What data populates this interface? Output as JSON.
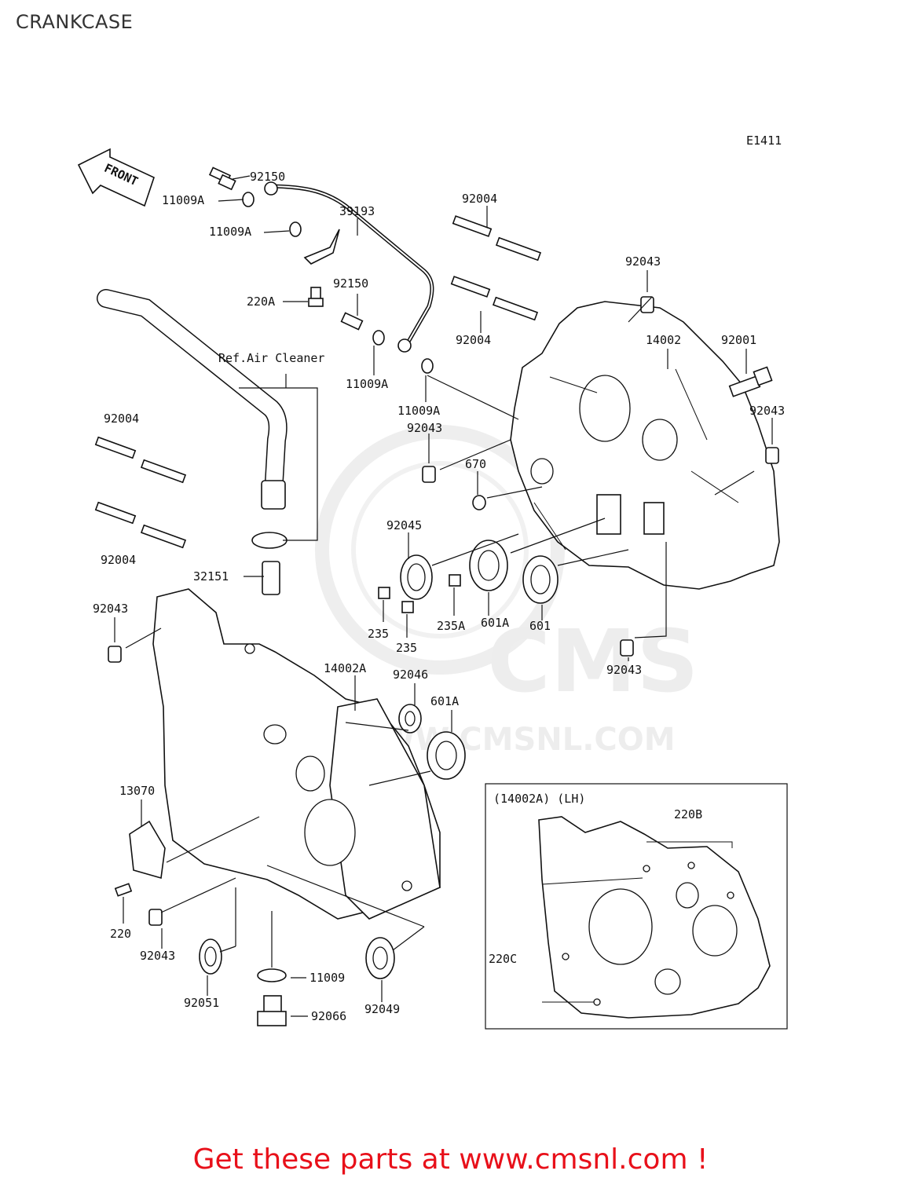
{
  "page": {
    "title": "CRANKCASE"
  },
  "diagram": {
    "code": "E1411",
    "front_label": "FRONT",
    "ref_note": "Ref.Air Cleaner",
    "inset_title": "(14002A) (LH)",
    "watermark": "CMS",
    "watermark_url": "WWW.CMSNL.COM",
    "labels": {
      "l92150a": "92150",
      "l11009a1": "11009A",
      "l11009a2": "11009A",
      "l39193": "39193",
      "l220a": "220A",
      "l92150b": "92150",
      "l11009a3": "11009A",
      "l11009a4": "11009A",
      "l92004a": "92004",
      "l92004b": "92004",
      "l92043a": "92043",
      "l14002": "14002",
      "l92001": "92001",
      "l92043b": "92043",
      "l92004c": "92004",
      "l92004d": "92004",
      "l92043c": "92043",
      "l670": "670",
      "l92045": "92045",
      "l32151": "32151",
      "l92043d": "92043",
      "l235a": "235",
      "l235b": "235",
      "l235A": "235A",
      "l601A": "601A",
      "l601": "601",
      "l92043e": "92043",
      "l14002A": "14002A",
      "l92046": "92046",
      "l601A2": "601A",
      "l13070": "13070",
      "l220": "220",
      "l92043f": "92043",
      "l11009": "11009",
      "l92051": "92051",
      "l92066": "92066",
      "l92049": "92049",
      "l220B": "220B",
      "l220C": "220C"
    }
  },
  "promo": {
    "text": "Get these parts at www.cmsnl.com !"
  },
  "colors": {
    "promo": "#e8101a",
    "line": "#111111",
    "watermark": "#d9d9d9"
  }
}
